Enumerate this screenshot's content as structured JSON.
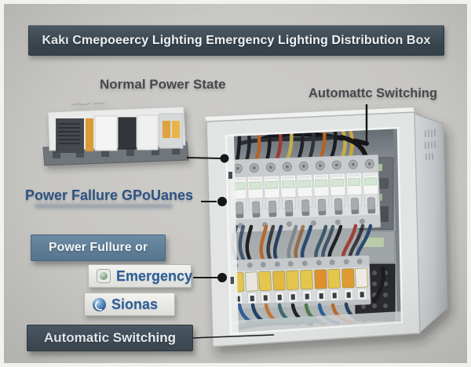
{
  "title": "Kakı Cmepoeercy Lighting Emergency Lighting Distribution Box",
  "annotations": {
    "normal_power_state": "Normal Power State",
    "automatic_switching_top": "Automattc Switching",
    "power_failure_groups": "Power Fallure GPoUanes",
    "power_failure_or": "Power Fullure or",
    "emergency": "Emergency",
    "signals": "Sionas",
    "automatic_switching_bottom": "Automatic Switching"
  },
  "icons": {
    "emergency_status": "status-led-icon",
    "signals_sphere": "blue-sphere-icon"
  },
  "colors": {
    "background": "#c8c7c3",
    "title_bar": "#3e4b54",
    "steel_blue_badge": "#5e7d98",
    "dark_slate_badge": "#3f4c56",
    "blue_label": "#2f5280",
    "dark_label": "#48494c",
    "callout_line": "#17181a",
    "breaker_white": "#f4f5f4",
    "fuse_yellow": "#e5c64d",
    "fuse_orange": "#de8f2e",
    "wire_navy": "#2b4a70",
    "wire_orange": "#b76b2f",
    "wire_black": "#1e2125",
    "wire_yellow": "#c3ae49",
    "wire_red": "#9c3a33"
  }
}
